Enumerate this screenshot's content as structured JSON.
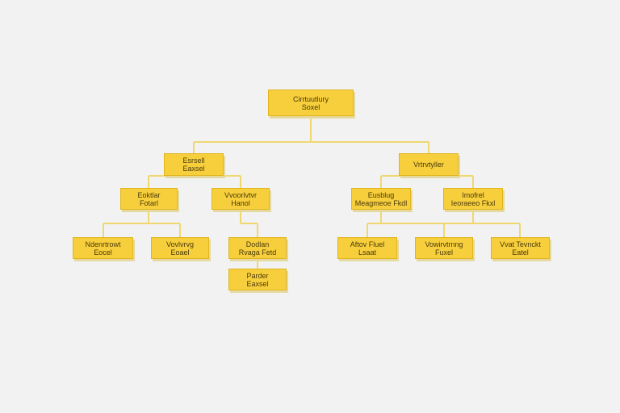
{
  "diagram": {
    "type": "org-tree",
    "colors": {
      "background": "#f2f2f2",
      "node_fill": "#f7cf3d",
      "node_border": "#e0b51f",
      "connector": "#f0d870",
      "text": "#4a3a0a"
    },
    "nodes": {
      "root": {
        "line1": "Cirrtuutlury",
        "line2": "Soxel"
      },
      "left": {
        "line1": "Esrsell",
        "line2": "Eaxsel"
      },
      "right": {
        "line1": "Vrtrvtyller",
        "line2": ""
      },
      "ll": {
        "line1": "Eoktlar",
        "line2": "Fotarl"
      },
      "lr": {
        "line1": "Vvoorlvtvr",
        "line2": "Hanol"
      },
      "rl": {
        "line1": "Eusblug",
        "line2": "Meagmeoe Fkdl"
      },
      "rr": {
        "line1": "Imofrel",
        "line2": "Ieoraeeo Fkxl"
      },
      "lll": {
        "line1": "Ndenrtrowt",
        "line2": "Eocel"
      },
      "llr": {
        "line1": "Vovlvrvg",
        "line2": "Eoael"
      },
      "lrl": {
        "line1": "Dodlan",
        "line2": "Rvaga Fetd"
      },
      "lrl_sub": {
        "line1": "Parder",
        "line2": "Eaxsel"
      },
      "rll": {
        "line1": "Aftov Fluel",
        "line2": "Lsaat"
      },
      "rlr": {
        "line1": "Vowirvtrnng",
        "line2": "Fuxel"
      },
      "rrl": {
        "line1": "Vvat Tevnckt",
        "line2": "Eatel"
      }
    }
  }
}
